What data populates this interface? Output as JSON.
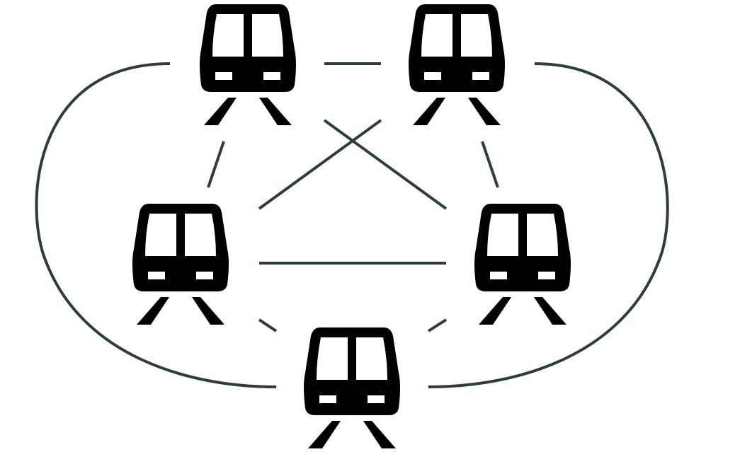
{
  "diagram": {
    "type": "network",
    "colors": {
      "background": "#ffffff",
      "node": "#000000",
      "edge": "#2f3d3a"
    },
    "node_icon": "train-front-icon",
    "nodes": [
      {
        "id": "top-left"
      },
      {
        "id": "top-right"
      },
      {
        "id": "middle-left"
      },
      {
        "id": "middle-right"
      },
      {
        "id": "bottom"
      }
    ],
    "edges": [
      {
        "from": "top-left",
        "to": "top-right"
      },
      {
        "from": "top-left",
        "to": "middle-left"
      },
      {
        "from": "top-left",
        "to": "middle-right"
      },
      {
        "from": "top-left",
        "to": "bottom"
      },
      {
        "from": "top-right",
        "to": "middle-right"
      },
      {
        "from": "top-right",
        "to": "middle-left"
      },
      {
        "from": "top-right",
        "to": "bottom"
      },
      {
        "from": "middle-left",
        "to": "middle-right"
      },
      {
        "from": "middle-left",
        "to": "bottom"
      },
      {
        "from": "middle-right",
        "to": "bottom"
      }
    ]
  }
}
